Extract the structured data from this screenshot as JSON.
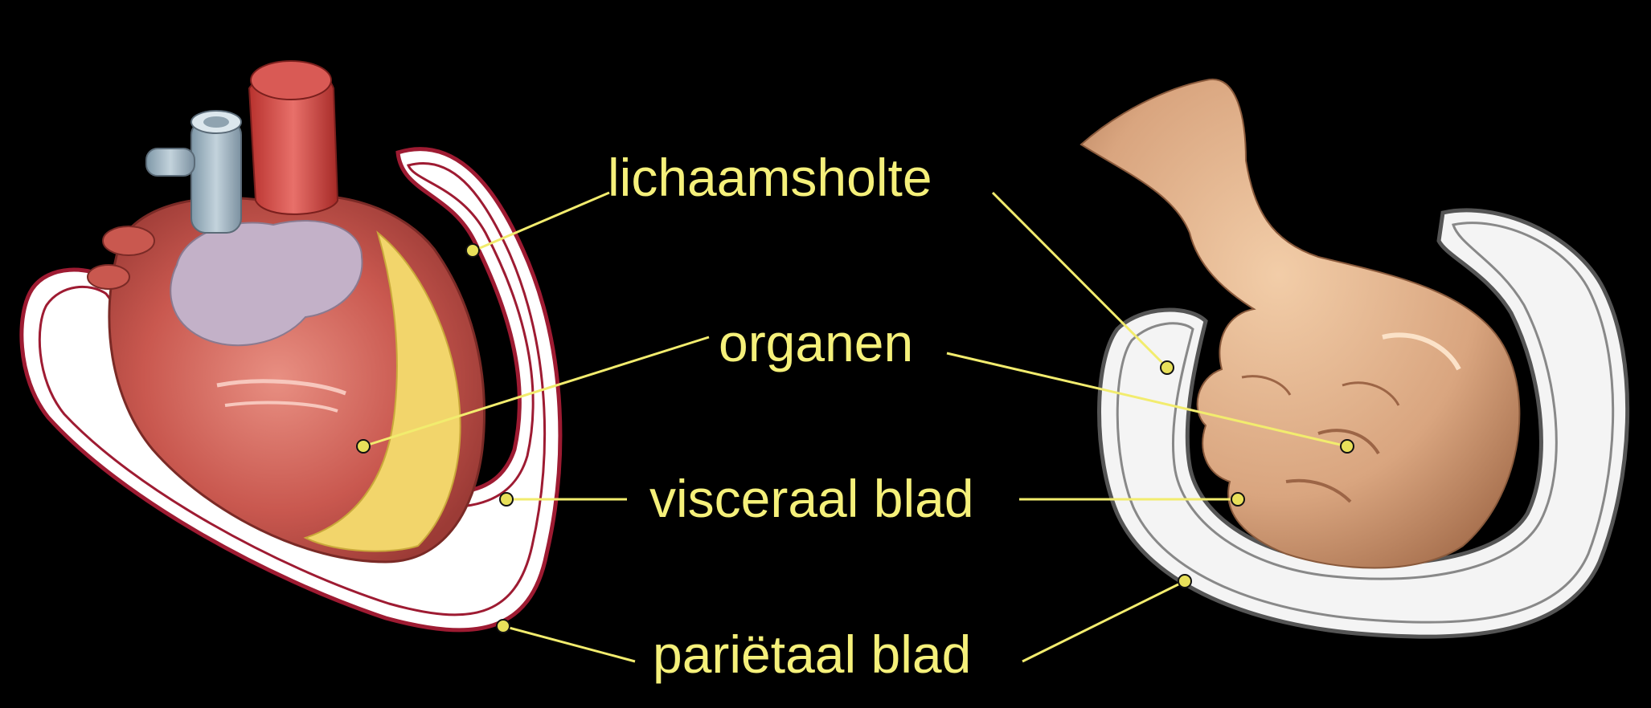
{
  "labels": {
    "cavity": "lichaamsholte",
    "organs": "organen",
    "visceral": "visceraal blad",
    "parietal": "pariëtaal blad"
  },
  "colors": {
    "background": "#000000",
    "label_text": "#f5f07a",
    "leader_line": "#f2ec6e",
    "heart_membrane": "#9e1b32",
    "fist_membrane": "#555555"
  },
  "icons": {
    "left_figure": "heart-in-pericardium",
    "right_figure": "fist-pressed-into-balloon"
  }
}
